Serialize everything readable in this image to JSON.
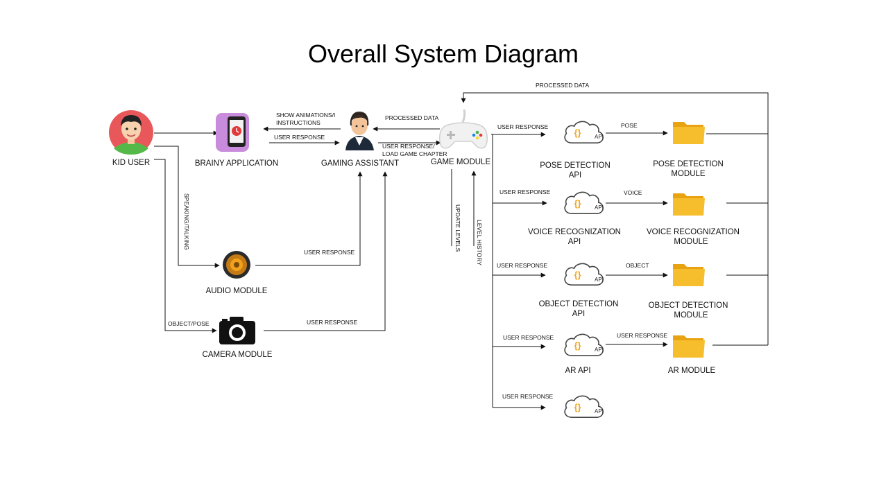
{
  "title": "Overall System Diagram",
  "nodes": {
    "kid_user": "KID USER",
    "brainy_app": "BRAINY APPLICATION",
    "gaming_assistant": "GAMING  ASSISTANT",
    "game_module": "GAME  MODULE",
    "audio_module": "AUDIO MODULE",
    "camera_module": "CAMERA MODULE",
    "pose_api": [
      "POSE DETECTION",
      "API"
    ],
    "pose_module": [
      "POSE DETECTION",
      "MODULE"
    ],
    "voice_api": [
      "VOICE RECOGNIZATION",
      "API"
    ],
    "voice_module": [
      "VOICE RECOGNIZATION",
      "MODULE"
    ],
    "object_api": [
      "OBJECT DETECTION",
      "API"
    ],
    "object_module": [
      "OBJECT DETECTION",
      "MODULE"
    ],
    "ar_api": "AR API",
    "ar_module": "AR MODULE"
  },
  "edges": {
    "processed_data_top": "PROCESSED DATA",
    "show_animations": [
      "SHOW ANIMATIONS/I",
      "INSTRUCTIONS"
    ],
    "user_response_app": "USER RESPONSE",
    "processed_data": "PROCESSED DATA",
    "load_game": [
      "USER RESPONSE/",
      "LOAD GAME CHAPTER"
    ],
    "speaking": "SPEAKING/TALKING",
    "update_levels": "UPDATE LEVELS",
    "level_history": "LEVEL HISTORY",
    "user_response_audio": "USER RESPONSE",
    "object_pose": "OBJECT/POSE",
    "user_response_camera": "USER RESPONSE",
    "user_response_pose": "USER RESPONSE",
    "pose": "POSE",
    "user_response_voice": "USER RESPONSE",
    "voice": "VOICE",
    "user_response_object": "USER RESPONSE",
    "object": "OBJECT",
    "user_response_ar": "USER RESPONSE",
    "user_response_ar_module": "USER RESPONSE",
    "user_response_last": "USER RESPONSE"
  },
  "api_badge": "API",
  "colors": {
    "avatar_bg": "#e8585a",
    "app_bg": "#c98bdc",
    "folder": "#f3b21c",
    "braces": "#f2a31a"
  }
}
